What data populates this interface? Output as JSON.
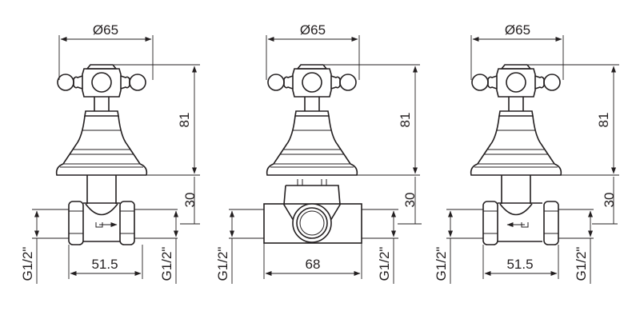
{
  "drawing": {
    "views": [
      {
        "name": "valve-left",
        "diameter_label": "Ø65",
        "height_label": "81",
        "body_height_label": "30",
        "width_label": "51.5",
        "thread_left_label": "G1/2\"",
        "thread_right_label": "G1/2\"",
        "flow_direction": "right"
      },
      {
        "name": "valve-center",
        "diameter_label": "Ø65",
        "height_label": "81",
        "body_height_label": "30",
        "width_label": "68",
        "thread_left_label": "G1/2\"",
        "thread_right_label": "G1/2\""
      },
      {
        "name": "valve-right",
        "diameter_label": "Ø65",
        "height_label": "81",
        "body_height_label": "30",
        "width_label": "51.5",
        "thread_left_label": "G1/2\"",
        "thread_right_label": "G1/2\"",
        "flow_direction": "left"
      }
    ],
    "colors": {
      "line": "#231f20",
      "background": "#ffffff"
    }
  }
}
